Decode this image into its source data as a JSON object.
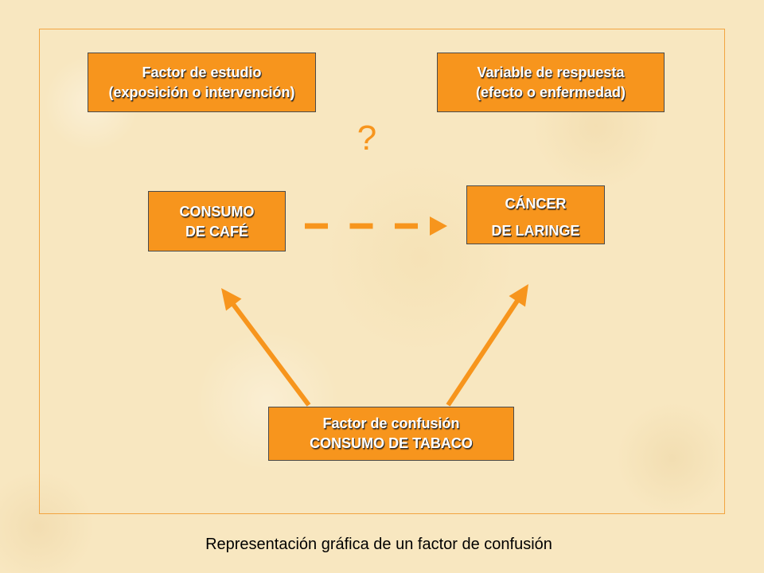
{
  "boxes": {
    "study_factor": {
      "line1": "Factor de estudio",
      "line2": "(exposición o intervención)"
    },
    "response_variable": {
      "line1": "Variable de respuesta",
      "line2": "(efecto o enfermedad)"
    },
    "exposure": {
      "line1": "CONSUMO",
      "line2": "DE CAFÉ"
    },
    "outcome": {
      "line1": "CÁNCER",
      "line2": "DE LARINGE"
    },
    "confounder": {
      "line1": "Factor de confusión",
      "line2": "CONSUMO DE TABACO"
    }
  },
  "question_mark": "?",
  "caption": "Representación gráfica de un factor de confusión",
  "colors": {
    "box_fill": "#F7951D",
    "arrow": "#F7951D",
    "frame": "#F2A440",
    "background": "#F8E7C0",
    "box_text": "#FFFFFF"
  }
}
